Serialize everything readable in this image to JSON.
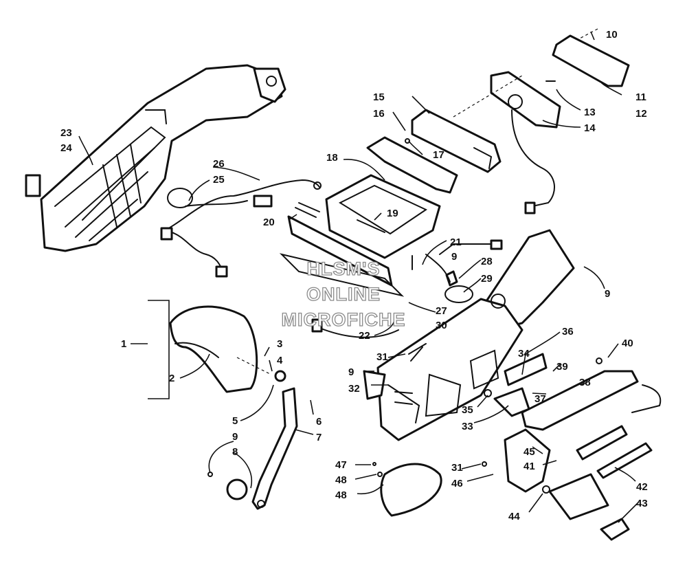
{
  "watermark": {
    "line1": "HLSM'S",
    "line2": "ONLINE",
    "line3": "MICROFICHE"
  },
  "callouts": {
    "c1": "1",
    "c2": "2",
    "c3": "3",
    "c4": "4",
    "c5": "5",
    "c6": "6",
    "c7": "7",
    "c8": "8",
    "c9_left": "9",
    "c9_a": "9",
    "c9_b": "9",
    "c9_c": "9",
    "c10": "10",
    "c11": "11",
    "c12": "12",
    "c13": "13",
    "c14": "14",
    "c15": "15",
    "c16": "16",
    "c17": "17",
    "c18": "18",
    "c19": "19",
    "c20": "20",
    "c21": "21",
    "c22": "22",
    "c23": "23",
    "c24": "24",
    "c25": "25",
    "c26": "26",
    "c27": "27",
    "c28": "28",
    "c29": "29",
    "c30": "30",
    "c31_a": "31",
    "c31_b": "31",
    "c32": "32",
    "c33": "33",
    "c34": "34",
    "c35": "35",
    "c36": "36",
    "c37": "37",
    "c38": "38",
    "c39": "39",
    "c40": "40",
    "c41": "41",
    "c42": "42",
    "c43": "43",
    "c44": "44",
    "c45": "45",
    "c46": "46",
    "c47": "47",
    "c48_a": "48",
    "c48_b": "48"
  }
}
